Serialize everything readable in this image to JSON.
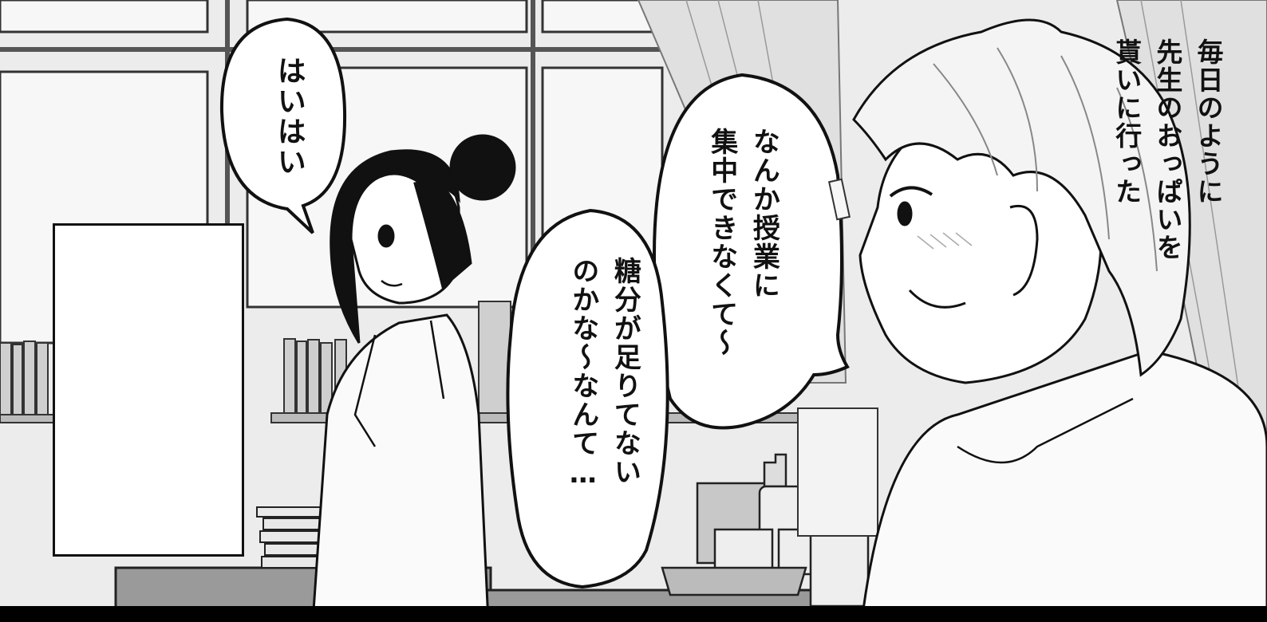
{
  "caption": {
    "lines": [
      "毎日のように",
      "先生のおっぱいを",
      "貰いに行った"
    ]
  },
  "bubbles": {
    "hai": {
      "lines": [
        "はいはい"
      ]
    },
    "shuchu": {
      "lines": [
        "なんか授業に",
        "集中できなくて〜"
      ]
    },
    "tobun": {
      "lines": [
        "糖分が足りてない",
        "のかな〜なんて…"
      ]
    }
  },
  "colors": {
    "ink": "#111111",
    "paper": "#ffffff",
    "screentone": "#d9d9d9"
  }
}
